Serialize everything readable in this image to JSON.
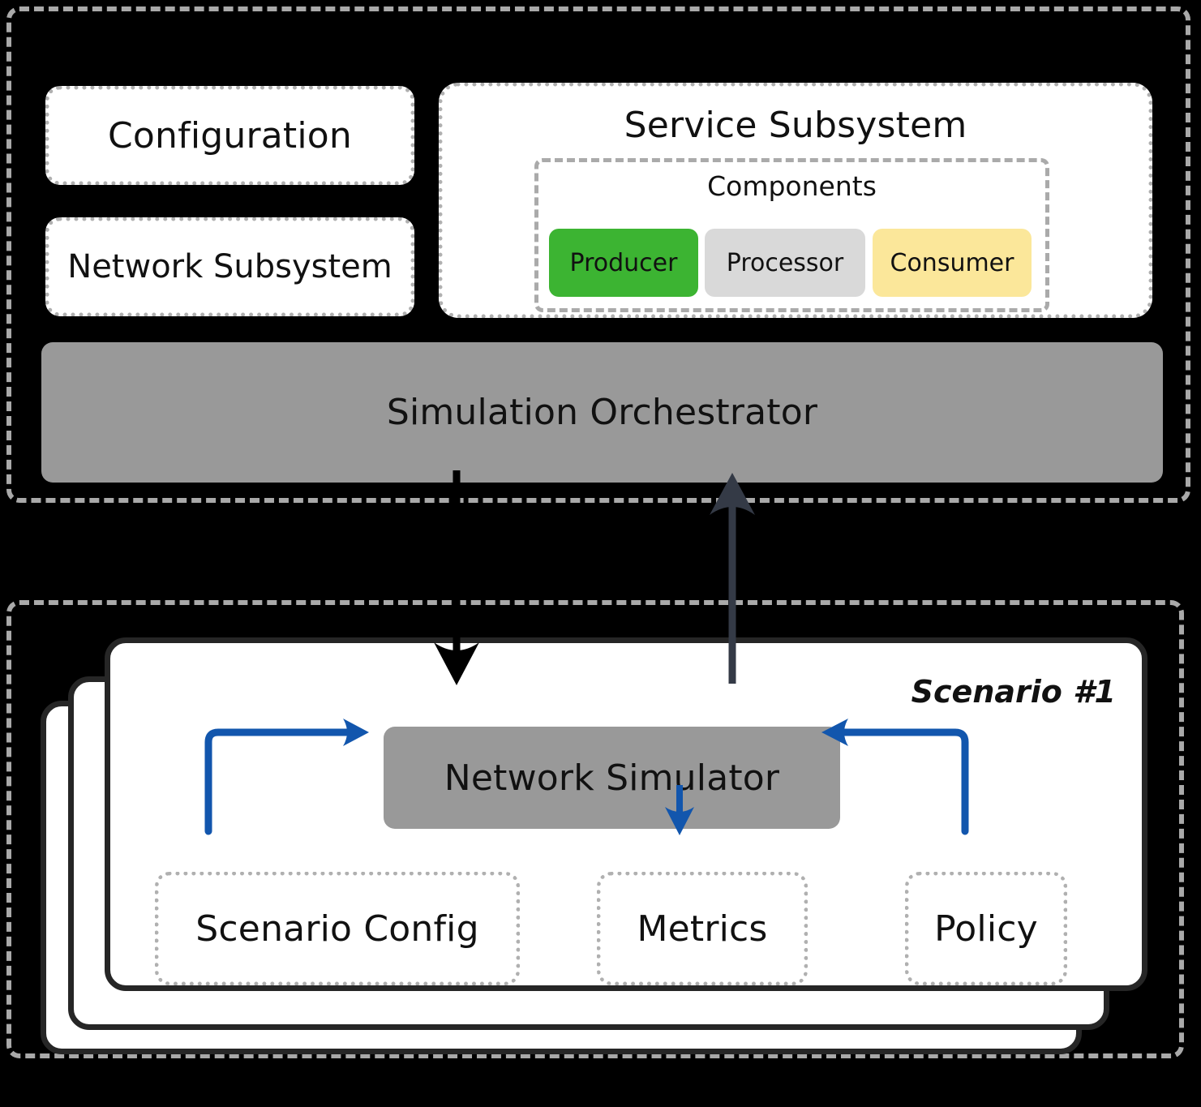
{
  "diagram": {
    "top_system": {
      "configuration": {
        "label": "Configuration"
      },
      "network_subsystem": {
        "label": "Network Subsystem"
      },
      "service_subsystem": {
        "title": "Service Subsystem",
        "components": {
          "title": "Components",
          "chips": [
            {
              "label": "Producer",
              "color": "#3cb432"
            },
            {
              "label": "Processor",
              "color": "#d9d9d9"
            },
            {
              "label": "Consumer",
              "color": "#fbe79a"
            }
          ]
        }
      },
      "orchestrator": {
        "label": "Simulation Orchestrator",
        "color": "#999999"
      }
    },
    "scenario_system": {
      "scenario_title": "Scenario #1",
      "network_simulator": {
        "label": "Network Simulator",
        "color": "#999999"
      },
      "scenario_config": {
        "label": "Scenario Config"
      },
      "metrics": {
        "label": "Metrics"
      },
      "policy": {
        "label": "Policy"
      }
    },
    "arrows": [
      {
        "name": "orchestrator-to-simulator",
        "color": "#000000",
        "direction": "down"
      },
      {
        "name": "simulator-to-orchestrator",
        "color": "#343a46",
        "direction": "up"
      },
      {
        "name": "scenario-config-to-simulator",
        "color": "#1256ad",
        "direction": "right"
      },
      {
        "name": "simulator-to-metrics",
        "color": "#1256ad",
        "direction": "down"
      },
      {
        "name": "policy-to-simulator",
        "color": "#1256ad",
        "direction": "left"
      }
    ],
    "colors": {
      "background": "#000000",
      "container_border": "#a9a9a9",
      "card_border": "#262626",
      "gray_fill": "#999999",
      "blue_arrow": "#1256ad",
      "dark_arrow": "#343a46"
    }
  }
}
